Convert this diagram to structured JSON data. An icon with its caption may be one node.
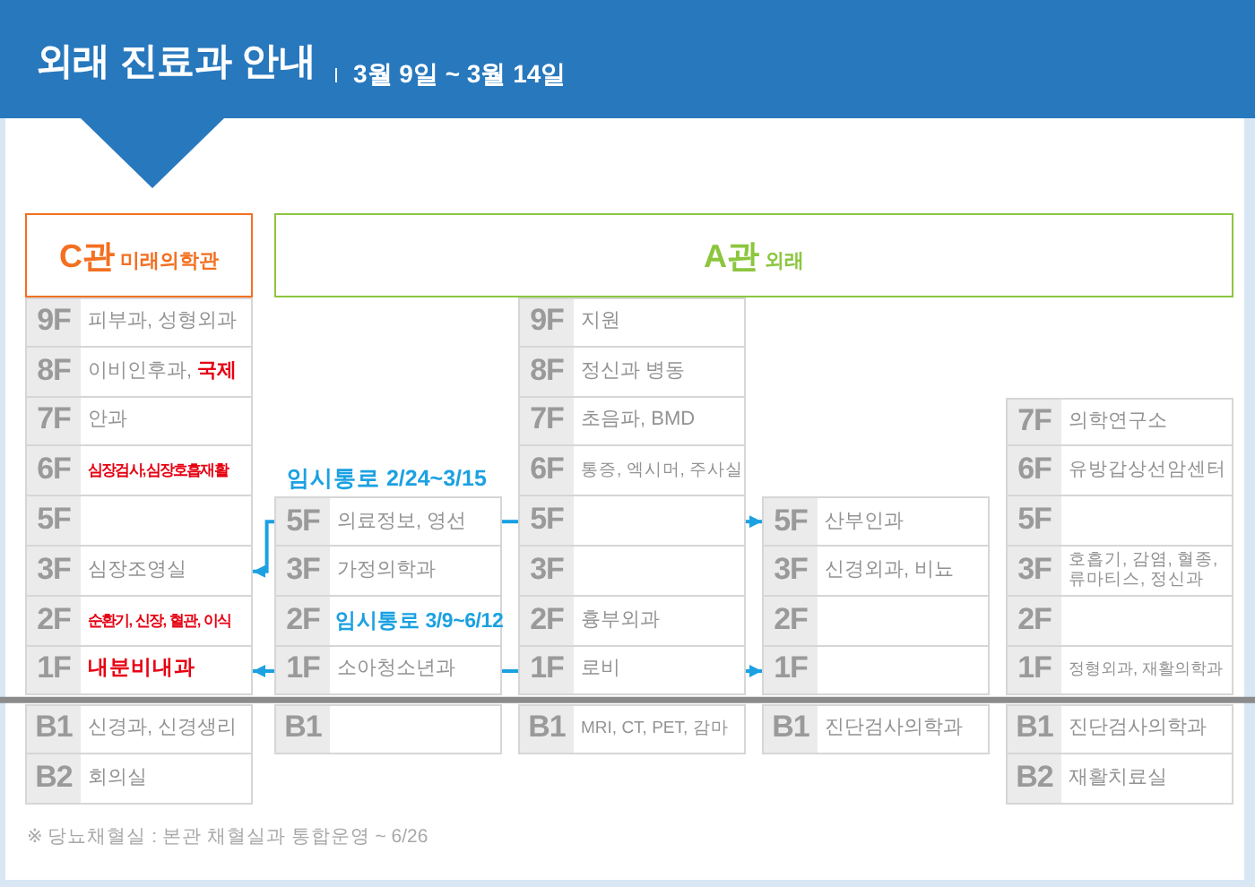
{
  "diagram": {
    "title": "외래 진료과 안내",
    "nodes": [
      {
        "text": [
          "C관",
          "미래의학관"
        ]
      },
      {
        "text": [
          "A관",
          "외래"
        ]
      },
      {
        "text": [
          "9F",
          "피부과, 성형외과"
        ]
      },
      {
        "text": [
          "8F",
          "이비인후과, **국제**"
        ]
      },
      {
        "text": [
          "7F",
          "안과"
        ]
      },
      {
        "text": [
          "6F",
          "심장검사,심장호흡재활"
        ]
      },
      {
        "text": [
          "5F"
        ]
      },
      {
        "text": [
          "3F",
          "심장조영실"
        ]
      },
      {
        "text": [
          "2F",
          "순환기, 신장, 혈관, 이식"
        ]
      },
      {
        "text": [
          "1F",
          "내분비내과"
        ]
      },
      {
        "text": [
          "B1",
          "신경과, 신경생리"
        ]
      },
      {
        "text": [
          "B2",
          "회의실"
        ]
      },
      {
        "text": [
          "5F",
          "의료정보, 영선"
        ]
      },
      {
        "text": [
          "3F",
          "가정의학과"
        ]
      },
      {
        "text": [
          "2F"
        ]
      },
      {
        "text": [
          "1F",
          "소아청소년과"
        ]
      },
      {
        "text": [
          "B1"
        ]
      },
      {
        "text": [
          "9F",
          "지원"
        ]
      },
      {
        "text": [
          "8F",
          "정신과 병동"
        ]
      },
      {
        "text": [
          "7F",
          "초음파, BMD"
        ]
      },
      {
        "text": [
          "6F",
          "통증, 엑시머, 주사실"
        ]
      },
      {
        "text": [
          "5F"
        ]
      },
      {
        "text": [
          "3F"
        ]
      },
      {
        "text": [
          "2F",
          "흉부외과"
        ]
      },
      {
        "text": [
          "1F",
          "로비"
        ]
      },
      {
        "text": [
          "B1",
          "MRI, CT, PET, 감마"
        ]
      },
      {
        "text": [
          "5F",
          "산부인과"
        ]
      },
      {
        "text": [
          "3F",
          "신경외과, 비뇨"
        ]
      },
      {
        "text": [
          "2F"
        ]
      },
      {
        "text": [
          "1F"
        ]
      },
      {
        "text": [
          "B1",
          "진단검사의학과"
        ]
      },
      {
        "text": [
          "7F",
          "의학연구소"
        ]
      },
      {
        "text": [
          "6F",
          "유방갑상선암센터"
        ]
      },
      {
        "text": [
          "5F"
        ]
      },
      {
        "text": [
          "3F",
          "호흡기, 감염, 혈종, 류마티스, 정신과"
        ]
      },
      {
        "text": [
          "2F"
        ]
      },
      {
        "text": [
          "1F",
          "정형외과, 재활의학과"
        ]
      },
      {
        "text": [
          "B1",
          "진단검사의학과"
        ]
      },
      {
        "text": [
          "B2",
          "재활치료실"
        ]
      }
    ],
    "edges": [
      {
        "from": 12,
        "to": 7,
        "arrow": "to"
      },
      {
        "from": 12,
        "to": 21,
        "arrow": "none"
      },
      {
        "from": 21,
        "to": 26,
        "arrow": "to"
      },
      {
        "from": 15,
        "to": 9,
        "arrow": "to"
      },
      {
        "from": 15,
        "to": 24,
        "arrow": "none"
      },
      {
        "from": 24,
        "to": 29,
        "arrow": "to"
      }
    ],
    "labels": [
      "3월 9일 ~ 3월 14일",
      "임시통로 2/24~3/15",
      "임시통로 3/9~6/12",
      "※ 당뇨채혈실 : 본관 채혈실과 통합운영 ~ 6/26"
    ]
  }
}
